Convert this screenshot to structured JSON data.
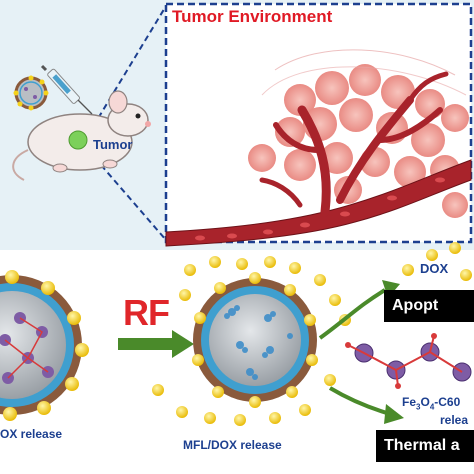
{
  "labels": {
    "tumor_environment": "Tumor Environment",
    "tumor": "Tumor",
    "rf": "RF",
    "dox": "DOX",
    "apoptosis": "Apopt",
    "fe_prefix": "Fe",
    "fe_sub1": "3",
    "fe_mid": "O",
    "fe_sub2": "4",
    "fe_suffix": "-C60",
    "release_fragment": "relea",
    "thermal": "Thermal a",
    "dox_release_left": "OX release",
    "mfl_dox_release": "MFL/DOX release"
  },
  "colors": {
    "title_red": "#e01a25",
    "label_blue": "#1c3f8f",
    "rf_red": "#e0262a",
    "arrow_green": "#4a8a2a",
    "vessel": "#a8232b",
    "shell_brown": "#8a5a3c",
    "shell_blue": "#3f9fcf",
    "core_grey": "#b9bec4",
    "particle_yellow": "#f5d21a",
    "black_box": "#000000"
  }
}
